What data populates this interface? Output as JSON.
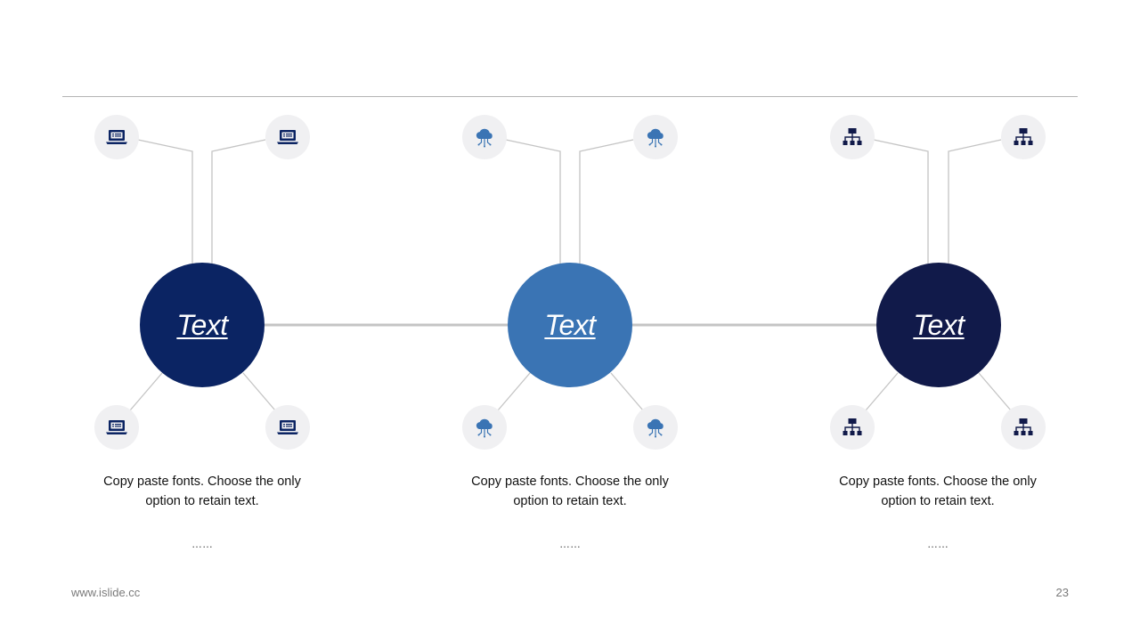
{
  "colors": {
    "node_1": "#0b2463",
    "node_2": "#3a74b4",
    "node_3": "#111a4a",
    "icon_laptop": "#0b2463",
    "icon_cloud": "#3a74b4",
    "icon_network": "#111a4a",
    "connector": "#c4c4c4",
    "badge_bg": "#f0f0f2"
  },
  "groups": [
    {
      "label": "Text",
      "icon": "laptop-icon",
      "description_line1": "Copy paste fonts. Choose the only",
      "description_line2": "option to retain text.",
      "ellipsis": "……"
    },
    {
      "label": "Text",
      "icon": "cloud-network-icon",
      "description_line1": "Copy paste fonts. Choose the only",
      "description_line2": "option to retain text.",
      "ellipsis": "……"
    },
    {
      "label": "Text",
      "icon": "org-chart-icon",
      "description_line1": "Copy paste fonts. Choose the only",
      "description_line2": "option to retain text.",
      "ellipsis": "……"
    }
  ],
  "footer": {
    "website": "www.islide.cc",
    "page_number": "23"
  }
}
